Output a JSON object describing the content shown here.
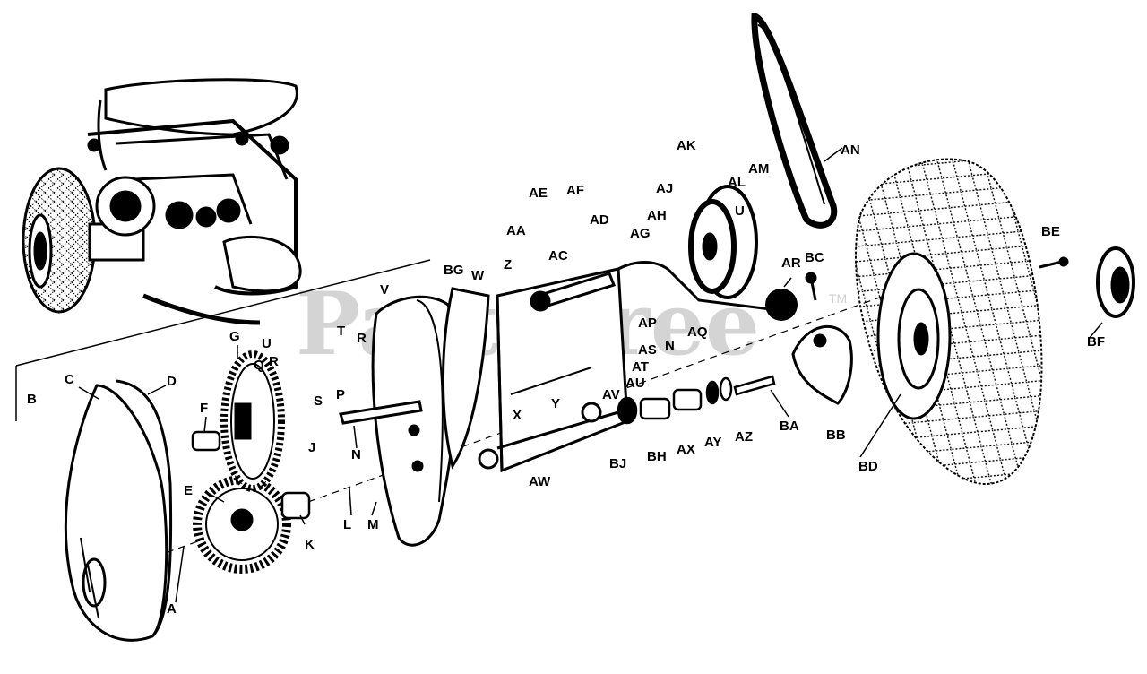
{
  "watermark": {
    "text": "PartsTree",
    "mark": "TM"
  },
  "callouts": [
    "A",
    "B",
    "C",
    "D",
    "E",
    "F",
    "G",
    "J",
    "K",
    "L",
    "M",
    "N",
    "N",
    "P",
    "Q",
    "R",
    "R",
    "S",
    "T",
    "U",
    "U",
    "V",
    "W",
    "X",
    "Y",
    "Z",
    "AA",
    "AC",
    "AD",
    "AE",
    "AF",
    "AG",
    "AH",
    "AJ",
    "AK",
    "AL",
    "AM",
    "AN",
    "AP",
    "AQ",
    "AR",
    "AS",
    "AT",
    "AU",
    "AV",
    "AW",
    "AX",
    "AY",
    "AZ",
    "BA",
    "BB",
    "BC",
    "BD",
    "BE",
    "BF",
    "BG",
    "BH",
    "BJ"
  ]
}
